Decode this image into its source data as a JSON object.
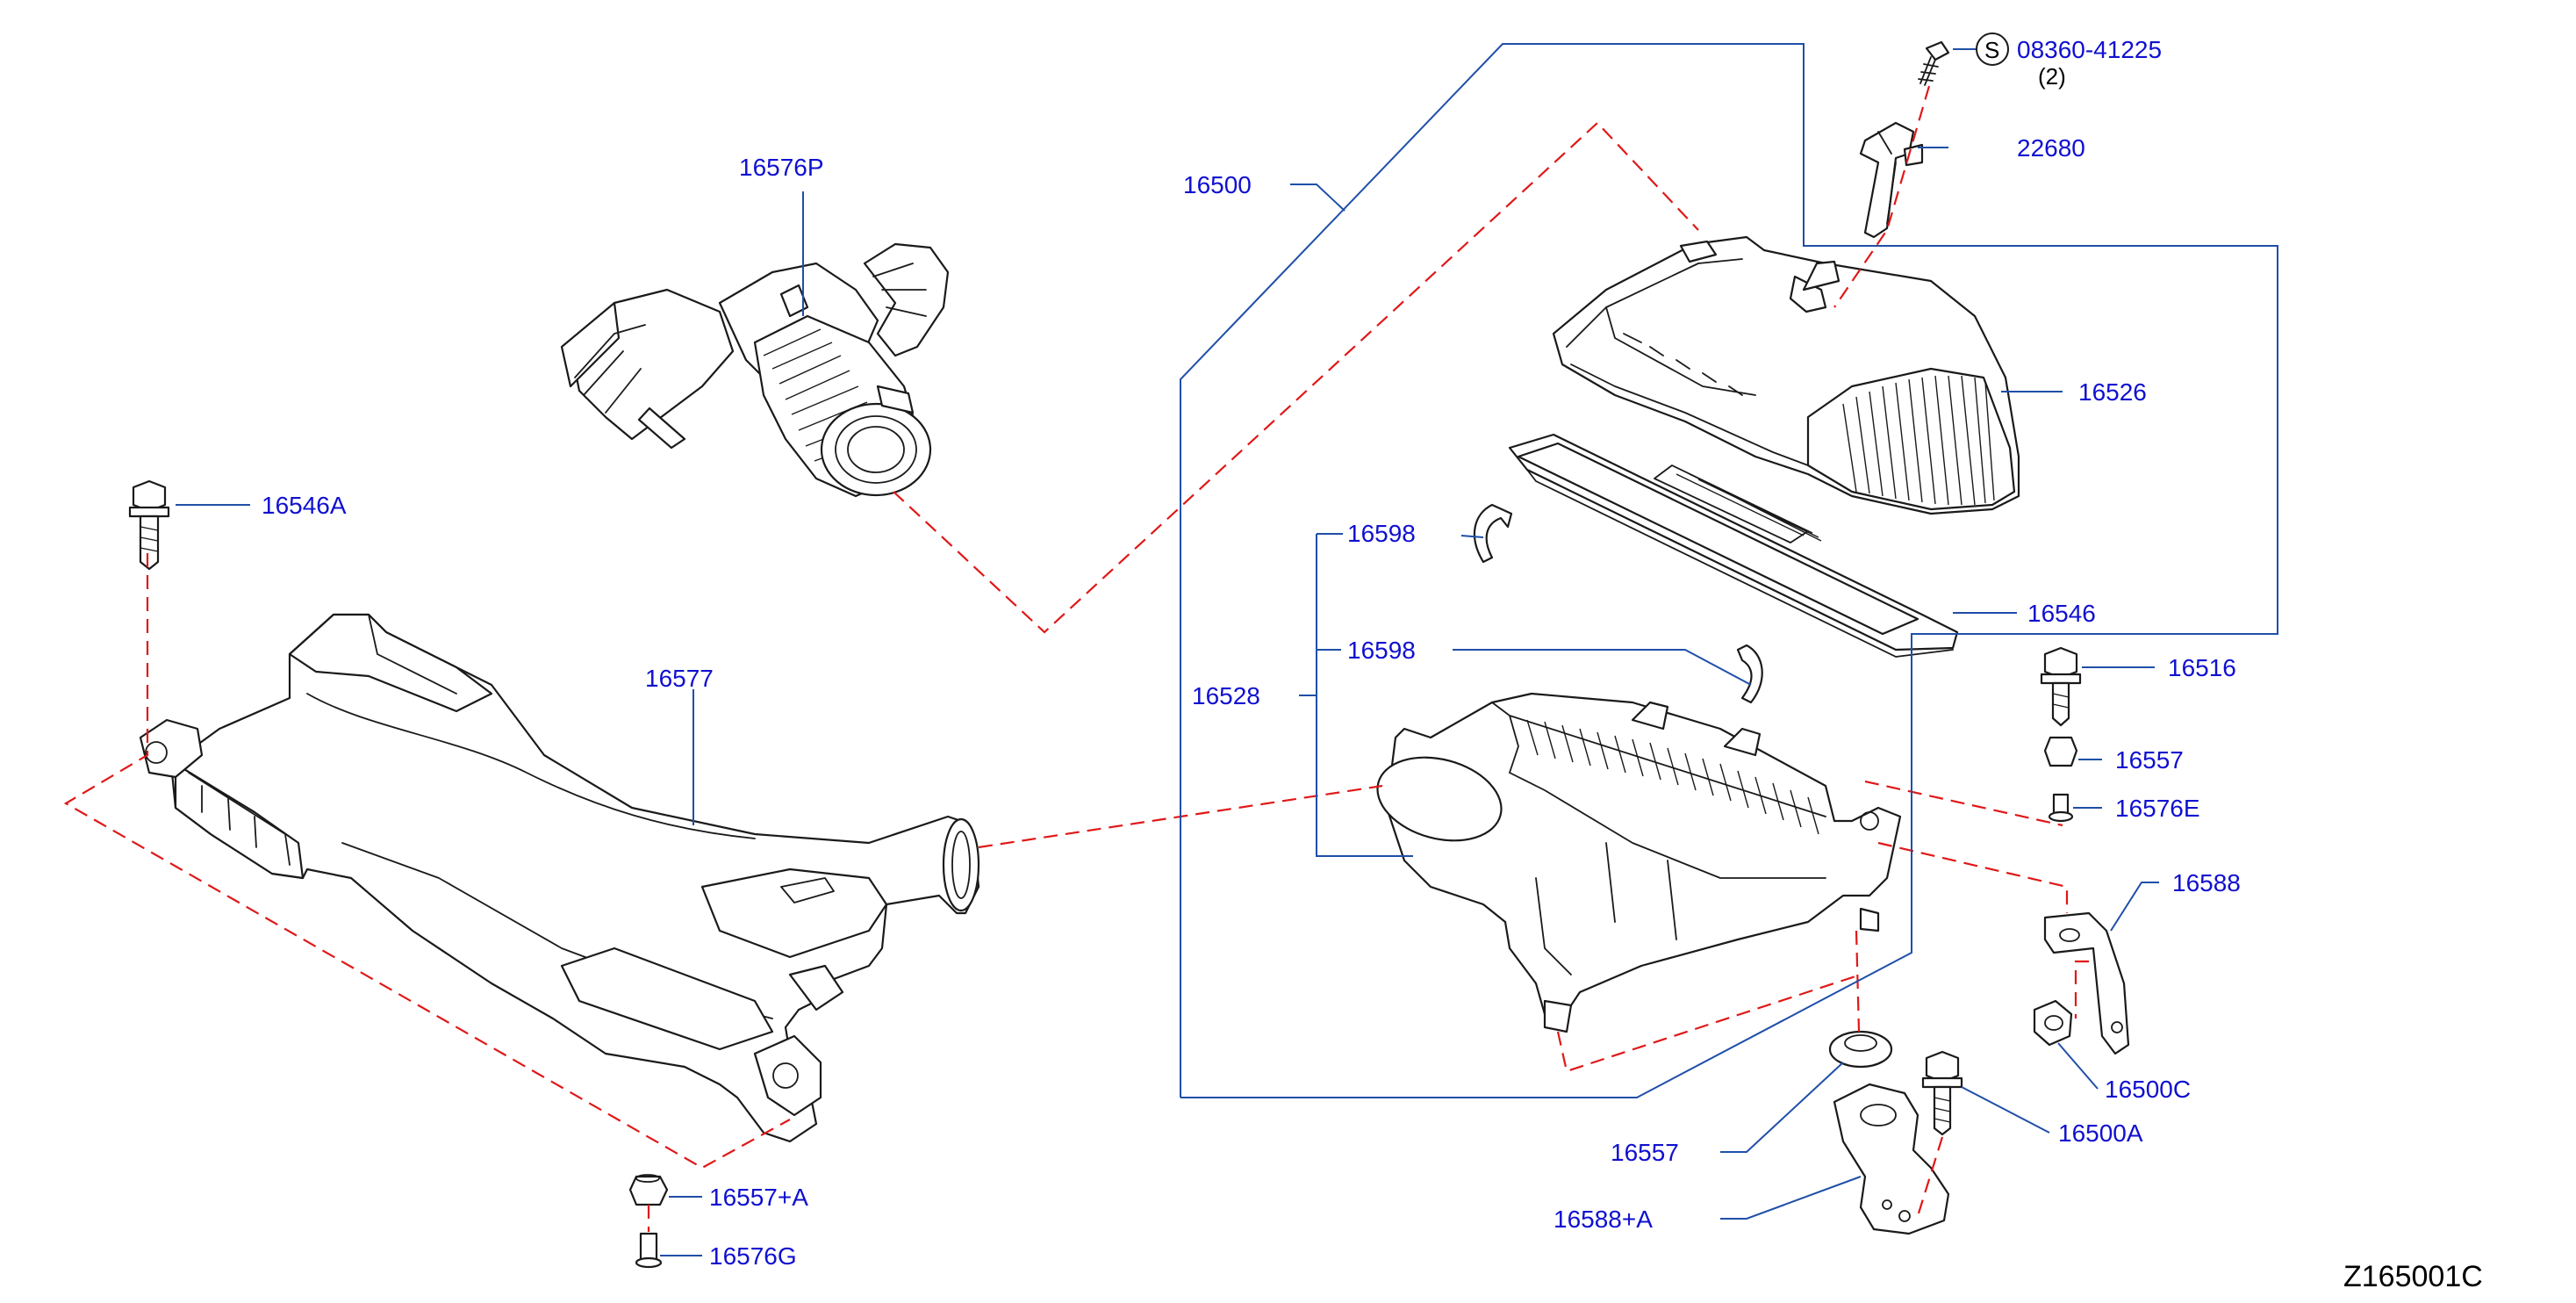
{
  "colors": {
    "label": "#1010d0",
    "leader": "#1f4fa8",
    "dash": "#e01818",
    "line": "#1a1a1a"
  },
  "labels": {
    "p16576P": "16576P",
    "p16500": "16500",
    "p08360": "08360-41225",
    "p08360_qty": "(2)",
    "p08360_symbol": "S",
    "p22680": "22680",
    "p16526": "16526",
    "p16546A": "16546A",
    "p16598_top": "16598",
    "p16598_mid": "16598",
    "p16546": "16546",
    "p16577": "16577",
    "p16528": "16528",
    "p16516": "16516",
    "p16557_right": "16557",
    "p16576E": "16576E",
    "p16588": "16588",
    "p16500C": "16500C",
    "p16557_bottom": "16557",
    "p16500A": "16500A",
    "p16588A": "16588+A",
    "p16557A": "16557+A",
    "p16576G": "16576G"
  },
  "diagram_code": "Z165001C"
}
